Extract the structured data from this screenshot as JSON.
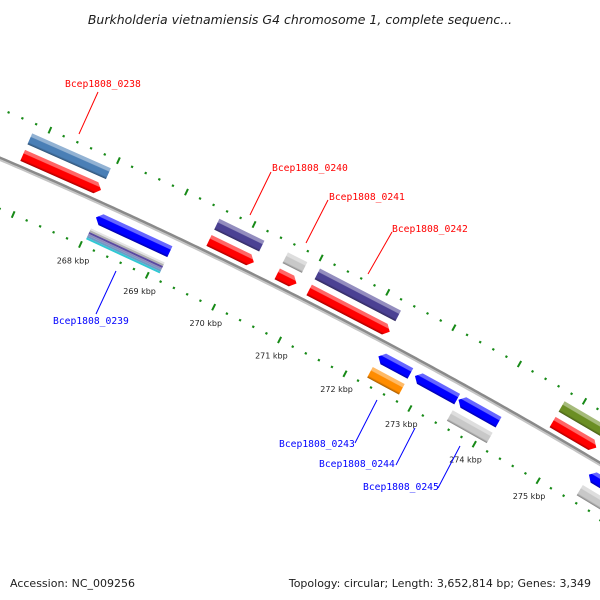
{
  "title": "Burkholderia vietnamiensis G4 chromosome 1, complete sequenc...",
  "footer": {
    "accession": "Accession: NC_009256",
    "summary": "Topology: circular; Length: 3,652,814 bp; Genes: 3,349"
  },
  "map": {
    "view_range_kbp": [
      266.3,
      275.9
    ],
    "backbone_color": "#8a8a8a",
    "tick_color": "#178a17",
    "scale": {
      "major_step_kbp": 1,
      "minor_step_kbp": 0.2,
      "labels": [
        {
          "kbp": 268,
          "text": "268 kbp"
        },
        {
          "kbp": 269,
          "text": "269 kbp"
        },
        {
          "kbp": 270,
          "text": "270 kbp"
        },
        {
          "kbp": 271,
          "text": "271 kbp"
        },
        {
          "kbp": 272,
          "text": "272 kbp"
        },
        {
          "kbp": 273,
          "text": "273 kbp"
        },
        {
          "kbp": 274,
          "text": "274 kbp"
        },
        {
          "kbp": 275,
          "text": "275 kbp"
        }
      ]
    },
    "strand_colors": {
      "plus_gene": "#ff0000",
      "minus_gene": "#0000ff",
      "plus_label": "#ff0000",
      "minus_label": "#0000ff"
    },
    "genes": [
      {
        "name": "Bcep1808_0238",
        "strand": "+",
        "start_kbp": 266.8,
        "end_kbp": 267.95,
        "cds_colors": [
          "#4a7fb6"
        ],
        "labeled": true
      },
      {
        "name": "Bcep1808_0239",
        "strand": "-",
        "start_kbp": 268.04,
        "end_kbp": 269.14,
        "cds_colors": [
          "#e4e4e4",
          "#b2b2b2",
          "#5a4aa0",
          "#8c8cbe",
          "#6a9cc6",
          "#30c8d4"
        ],
        "labeled": true
      },
      {
        "name": "Bcep1808_0240",
        "strand": "+",
        "start_kbp": 269.55,
        "end_kbp": 270.22,
        "cds_colors": [
          "#4b4193"
        ],
        "labeled": true
      },
      {
        "name": "Bcep1808_0241",
        "strand": "+",
        "start_kbp": 270.57,
        "end_kbp": 270.86,
        "cds_colors": [
          "#c8c8c8"
        ],
        "labeled": true
      },
      {
        "name": "Bcep1808_0242",
        "strand": "+",
        "start_kbp": 271.05,
        "end_kbp": 272.27,
        "cds_colors": [
          "#4b4193"
        ],
        "labeled": true
      },
      {
        "name": "Bcep1808_0243",
        "strand": "-",
        "start_kbp": 272.29,
        "end_kbp": 272.78,
        "cds_colors": [
          "#ff8c00"
        ],
        "labeled": true
      },
      {
        "name": "Bcep1808_0244",
        "strand": "-",
        "start_kbp": 272.85,
        "end_kbp": 273.5,
        "cds_colors": [],
        "labeled": true
      },
      {
        "name": "Bcep1808_0245",
        "strand": "-",
        "start_kbp": 273.52,
        "end_kbp": 274.14,
        "cds_colors": [
          "#c8c8c8"
        ],
        "labeled": true
      },
      {
        "name": null,
        "strand": "+",
        "start_kbp": 274.77,
        "end_kbp": 275.45,
        "cds_colors": [
          "#6b8e23"
        ],
        "labeled": false
      },
      {
        "name": null,
        "strand": "-",
        "start_kbp": 275.55,
        "end_kbp": 276.4,
        "cds_colors": [
          "#c8c8c8"
        ],
        "labeled": false
      }
    ]
  }
}
